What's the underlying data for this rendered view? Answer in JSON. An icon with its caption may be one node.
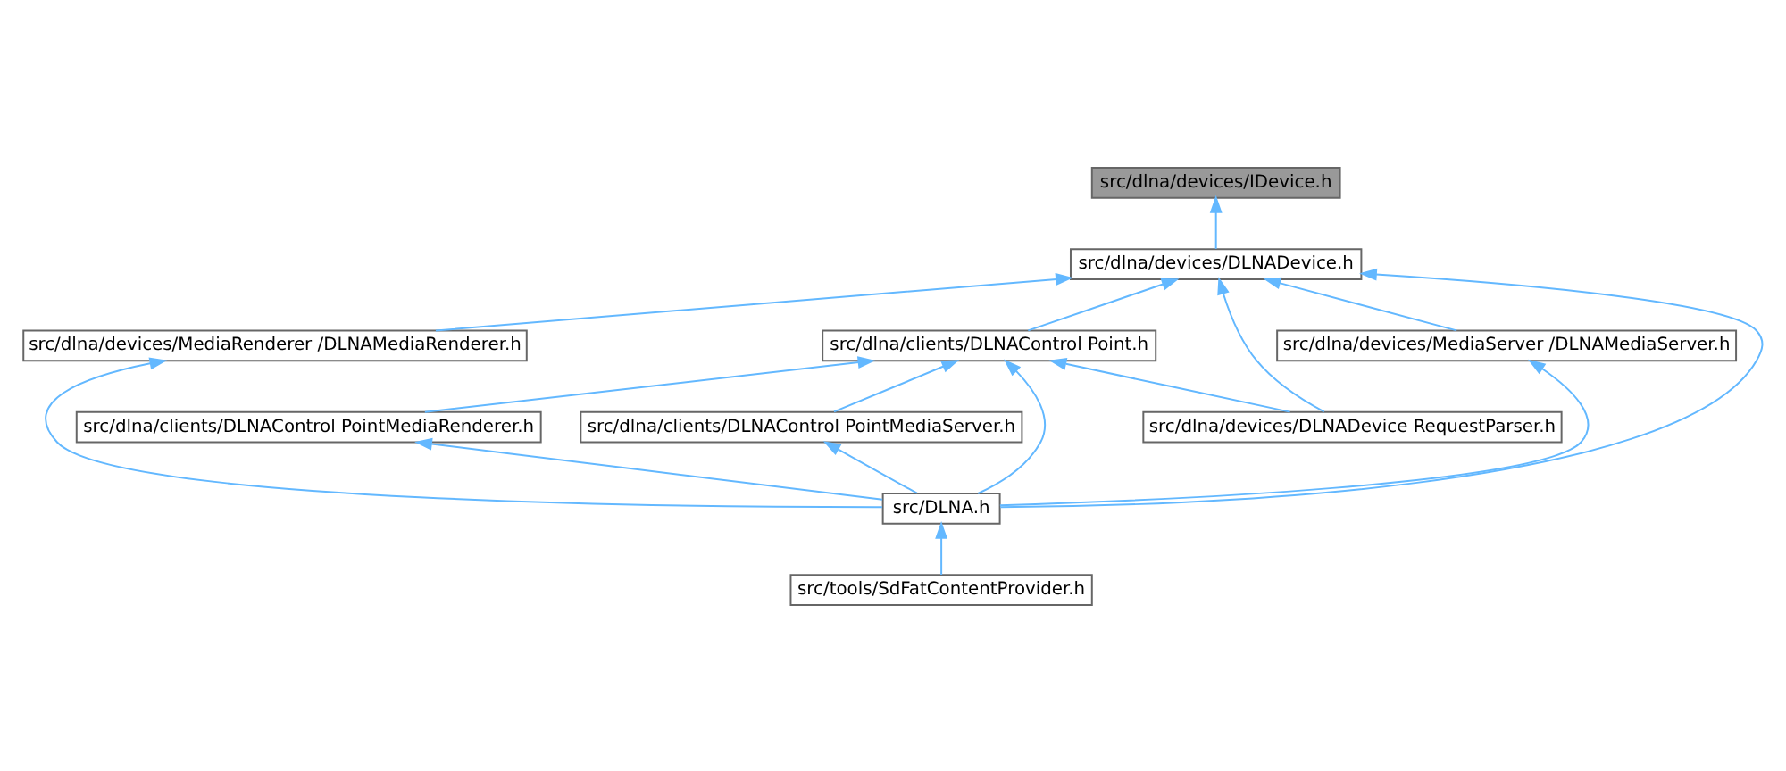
{
  "diagram": {
    "nodes": [
      {
        "text": [
          "src/dlna/devices/IDevice.h"
        ]
      },
      {
        "text": [
          "src/dlna/devices/DLNADevice.h"
        ]
      },
      {
        "text": [
          "src/dlna/clients/DLNAControl Point.h"
        ]
      },
      {
        "text": [
          "src/dlna/devices/MediaRenderer /DLNAMediaRenderer.h"
        ]
      },
      {
        "text": [
          "src/dlna/devices/MediaServer /DLNAMediaServer.h"
        ]
      },
      {
        "text": [
          "src/dlna/clients/DLNAControl PointMediaRenderer.h"
        ]
      },
      {
        "text": [
          "src/dlna/clients/DLNAControl PointMediaServer.h"
        ]
      },
      {
        "text": [
          "src/dlna/devices/DLNADevice RequestParser.h"
        ]
      },
      {
        "text": [
          "src/DLNA.h"
        ]
      },
      {
        "text": [
          "src/tools/SdFatContentProvider.h"
        ]
      }
    ],
    "edges": [
      {
        "from": 1,
        "to": 0,
        "arrow": "to"
      },
      {
        "from": 8,
        "to": 1,
        "arrow": "to"
      },
      {
        "from": 2,
        "to": 1,
        "arrow": "to"
      },
      {
        "from": 7,
        "to": 1,
        "arrow": "to"
      },
      {
        "from": 3,
        "to": 1,
        "arrow": "to"
      },
      {
        "from": 4,
        "to": 1,
        "arrow": "to"
      },
      {
        "from": 8,
        "to": 2,
        "arrow": "to"
      },
      {
        "from": 5,
        "to": 2,
        "arrow": "to"
      },
      {
        "from": 6,
        "to": 2,
        "arrow": "to"
      },
      {
        "from": 7,
        "to": 2,
        "arrow": "to"
      },
      {
        "from": 8,
        "to": 3,
        "arrow": "to"
      },
      {
        "from": 8,
        "to": 4,
        "arrow": "to"
      },
      {
        "from": 8,
        "to": 5,
        "arrow": "to"
      },
      {
        "from": 8,
        "to": 6,
        "arrow": "to"
      },
      {
        "from": 9,
        "to": 8,
        "arrow": "to"
      }
    ]
  }
}
